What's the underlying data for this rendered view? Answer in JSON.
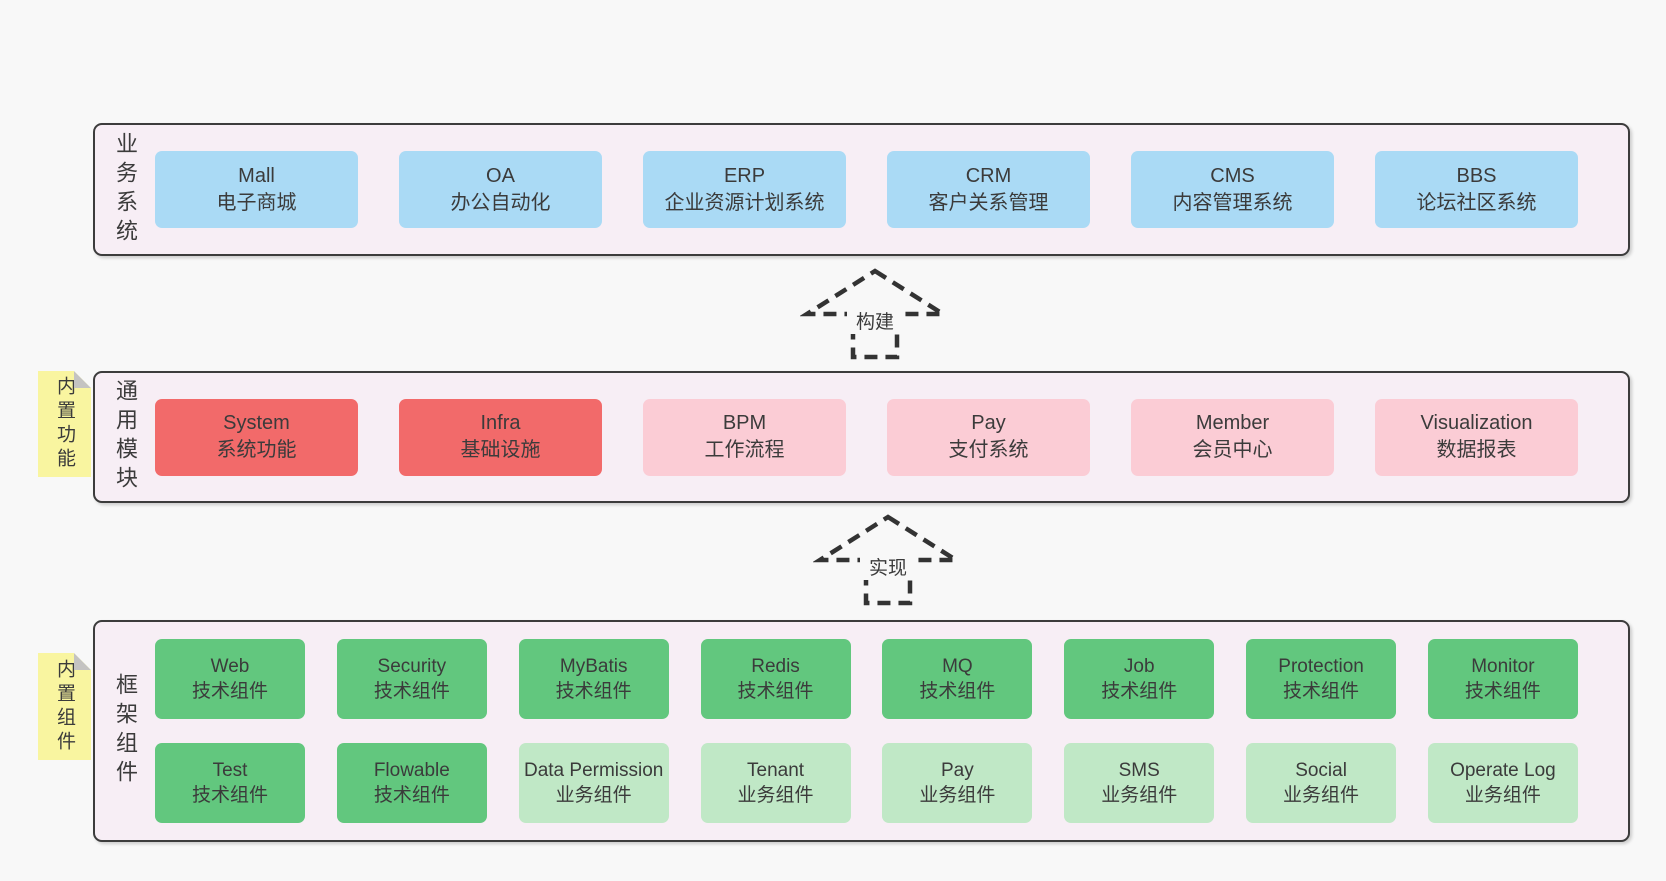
{
  "diagram": {
    "background": "#f8f8f8",
    "band_background": "#f7eef5",
    "band_border": "#3c3c3c",
    "text_color": "#3b3b3b",
    "box_colors": {
      "blue": "#aadaf5",
      "red": "#f26a6a",
      "pink": "#fbccd5",
      "green": "#62c77e",
      "lightgreen": "#c0e8c6"
    },
    "sticky_color": "#f9f5a0",
    "sticky_fold_color": "#c4c3c2"
  },
  "business": {
    "label": "业务系统",
    "items": [
      {
        "name": "Mall",
        "desc": "电子商城"
      },
      {
        "name": "OA",
        "desc": "办公自动化"
      },
      {
        "name": "ERP",
        "desc": "企业资源计划系统"
      },
      {
        "name": "CRM",
        "desc": "客户关系管理"
      },
      {
        "name": "CMS",
        "desc": "内容管理系统"
      },
      {
        "name": "BBS",
        "desc": "论坛社区系统"
      }
    ]
  },
  "arrow_build": {
    "label": "构建"
  },
  "modules": {
    "label": "通用模块",
    "sticky": "内置功能",
    "items": [
      {
        "name": "System",
        "desc": "系统功能"
      },
      {
        "name": "Infra",
        "desc": "基础设施"
      },
      {
        "name": "BPM",
        "desc": "工作流程"
      },
      {
        "name": "Pay",
        "desc": "支付系统"
      },
      {
        "name": "Member",
        "desc": "会员中心"
      },
      {
        "name": "Visualization",
        "desc": "数据报表"
      }
    ]
  },
  "arrow_implement": {
    "label": "实现"
  },
  "framework": {
    "label": "框架组件",
    "sticky": "内置组件",
    "row1": [
      {
        "name": "Web",
        "desc": "技术组件"
      },
      {
        "name": "Security",
        "desc": "技术组件"
      },
      {
        "name": "MyBatis",
        "desc": "技术组件"
      },
      {
        "name": "Redis",
        "desc": "技术组件"
      },
      {
        "name": "MQ",
        "desc": "技术组件"
      },
      {
        "name": "Job",
        "desc": "技术组件"
      },
      {
        "name": "Protection",
        "desc": "技术组件"
      },
      {
        "name": "Monitor",
        "desc": "技术组件"
      }
    ],
    "row2": [
      {
        "name": "Test",
        "desc": "技术组件"
      },
      {
        "name": "Flowable",
        "desc": "技术组件"
      },
      {
        "name": "Data Permission",
        "desc": "业务组件"
      },
      {
        "name": "Tenant",
        "desc": "业务组件"
      },
      {
        "name": "Pay",
        "desc": "业务组件"
      },
      {
        "name": "SMS",
        "desc": "业务组件"
      },
      {
        "name": "Social",
        "desc": "业务组件"
      },
      {
        "name": "Operate Log",
        "desc": "业务组件"
      }
    ]
  }
}
